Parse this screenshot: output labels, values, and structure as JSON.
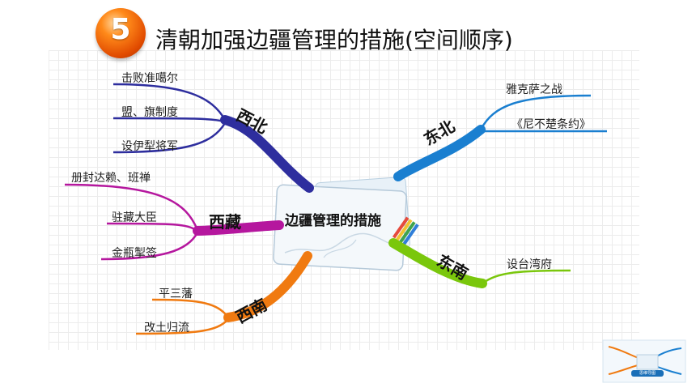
{
  "title": {
    "badge_number": "5",
    "text": "清朝加强边疆管理的措施(空间顺序)"
  },
  "center": {
    "label": "边疆管理的措施"
  },
  "branches": {
    "northwest": {
      "label": "西北",
      "color": "#2e2e9e",
      "items": [
        "击败准噶尔",
        "盟、旗制度",
        "设伊犁将军"
      ]
    },
    "tibet": {
      "label": "西藏",
      "color": "#b5179e",
      "items": [
        "册封达赖、班禅",
        "驻藏大臣",
        "金瓶掣签"
      ]
    },
    "southwest": {
      "label": "西南",
      "color": "#f07a10",
      "items": [
        "平三藩",
        "改土归流"
      ]
    },
    "northeast": {
      "label": "东北",
      "color": "#1a7fd0",
      "items": [
        "雅克萨之战",
        "《尼不楚条约》"
      ]
    },
    "southeast": {
      "label": "东南",
      "color": "#7ac70c",
      "items": [
        "设台湾府"
      ]
    }
  },
  "thumbnail": {
    "label": "思维导图"
  }
}
